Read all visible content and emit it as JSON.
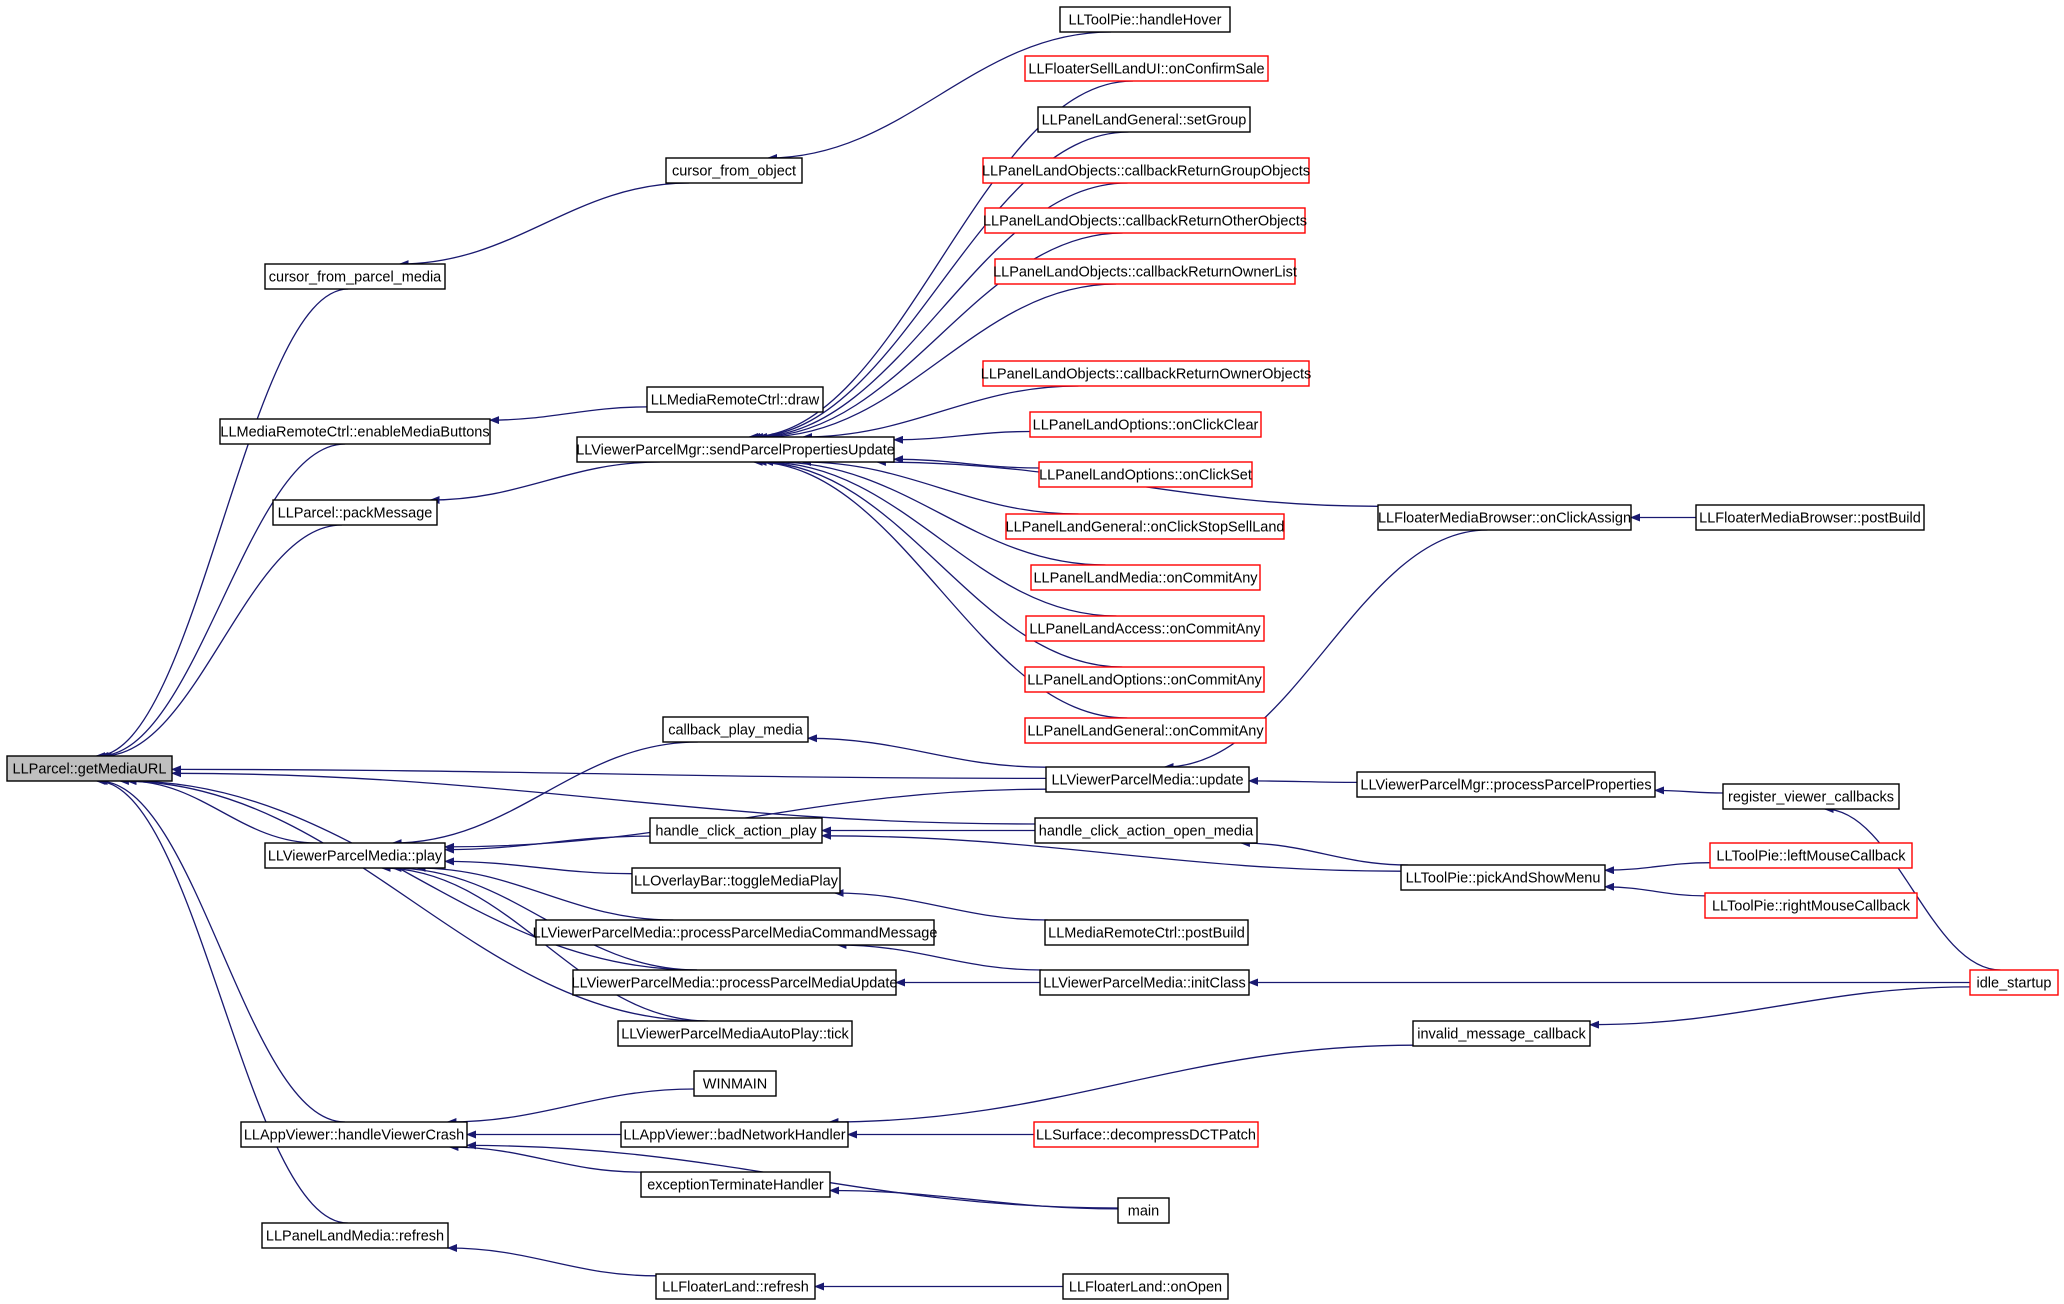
{
  "colors": {
    "edge": "#191970",
    "node_border": "#000000",
    "link_border": "#ff0000",
    "focus_fill": "#bfbfbf",
    "node_fill": "#ffffff"
  },
  "arrow": "filled-triangle",
  "focus_node": "LLParcel::getMediaURL",
  "nodes": [
    {
      "id": "getMediaURL",
      "label": "LLParcel::getMediaURL",
      "style": "focus"
    },
    {
      "id": "handleHover",
      "label": "LLToolPie::handleHover",
      "style": "plain"
    },
    {
      "id": "onConfirmSale",
      "label": "LLFloaterSellLandUI::onConfirmSale",
      "style": "link"
    },
    {
      "id": "setGroup",
      "label": "LLPanelLandGeneral::setGroup",
      "style": "plain"
    },
    {
      "id": "cbReturnGroupObjects",
      "label": "LLPanelLandObjects::callbackReturnGroupObjects",
      "style": "link"
    },
    {
      "id": "cbReturnOtherObjects",
      "label": "LLPanelLandObjects::callbackReturnOtherObjects",
      "style": "link"
    },
    {
      "id": "cbReturnOwnerList",
      "label": "LLPanelLandObjects::callbackReturnOwnerList",
      "style": "link"
    },
    {
      "id": "cbReturnOwnerObjects",
      "label": "LLPanelLandObjects::callbackReturnOwnerObjects",
      "style": "link"
    },
    {
      "id": "cursorFromObject",
      "label": "cursor_from_object",
      "style": "plain"
    },
    {
      "id": "cursorFromParcelMedia",
      "label": "cursor_from_parcel_media",
      "style": "plain"
    },
    {
      "id": "mrcDraw",
      "label": "LLMediaRemoteCtrl::draw",
      "style": "plain"
    },
    {
      "id": "enableMediaButtons",
      "label": "LLMediaRemoteCtrl::enableMediaButtons",
      "style": "plain"
    },
    {
      "id": "sendParcelPropertiesUpdate",
      "label": "LLViewerParcelMgr::sendParcelPropertiesUpdate",
      "style": "plain"
    },
    {
      "id": "packMessage",
      "label": "LLParcel::packMessage",
      "style": "plain"
    },
    {
      "id": "optClickClear",
      "label": "LLPanelLandOptions::onClickClear",
      "style": "link"
    },
    {
      "id": "optClickSet",
      "label": "LLPanelLandOptions::onClickSet",
      "style": "link"
    },
    {
      "id": "genClickStopSellLand",
      "label": "LLPanelLandGeneral::onClickStopSellLand",
      "style": "link"
    },
    {
      "id": "mediaCommitAny",
      "label": "LLPanelLandMedia::onCommitAny",
      "style": "link"
    },
    {
      "id": "accessCommitAny",
      "label": "LLPanelLandAccess::onCommitAny",
      "style": "link"
    },
    {
      "id": "optCommitAny",
      "label": "LLPanelLandOptions::onCommitAny",
      "style": "link"
    },
    {
      "id": "genCommitAny",
      "label": "LLPanelLandGeneral::onCommitAny",
      "style": "link"
    },
    {
      "id": "fmbOnClickAssign",
      "label": "LLFloaterMediaBrowser::onClickAssign",
      "style": "plain"
    },
    {
      "id": "fmbPostBuild",
      "label": "LLFloaterMediaBrowser::postBuild",
      "style": "plain"
    },
    {
      "id": "callbackPlayMedia",
      "label": "callback_play_media",
      "style": "plain"
    },
    {
      "id": "vpmUpdate",
      "label": "LLViewerParcelMedia::update",
      "style": "plain"
    },
    {
      "id": "processParcelProperties",
      "label": "LLViewerParcelMgr::processParcelProperties",
      "style": "plain"
    },
    {
      "id": "registerViewerCallbacks",
      "label": "register_viewer_callbacks",
      "style": "plain"
    },
    {
      "id": "vpmPlay",
      "label": "LLViewerParcelMedia::play",
      "style": "plain"
    },
    {
      "id": "handleClickActionPlay",
      "label": "handle_click_action_play",
      "style": "plain"
    },
    {
      "id": "handleClickActionOpenMedia",
      "label": "handle_click_action_open_media",
      "style": "plain"
    },
    {
      "id": "pickAndShowMenu",
      "label": "LLToolPie::pickAndShowMenu",
      "style": "plain"
    },
    {
      "id": "leftMouseCallback",
      "label": "LLToolPie::leftMouseCallback",
      "style": "link"
    },
    {
      "id": "rightMouseCallback",
      "label": "LLToolPie::rightMouseCallback",
      "style": "link"
    },
    {
      "id": "toggleMediaPlay",
      "label": "LLOverlayBar::toggleMediaPlay",
      "style": "plain"
    },
    {
      "id": "mrcPostBuild",
      "label": "LLMediaRemoteCtrl::postBuild",
      "style": "plain"
    },
    {
      "id": "processParcelMediaCommandMessage",
      "label": "LLViewerParcelMedia::processParcelMediaCommandMessage",
      "style": "plain"
    },
    {
      "id": "processParcelMediaUpdate",
      "label": "LLViewerParcelMedia::processParcelMediaUpdate",
      "style": "plain"
    },
    {
      "id": "vpmInitClass",
      "label": "LLViewerParcelMedia::initClass",
      "style": "plain"
    },
    {
      "id": "idleStartup",
      "label": "idle_startup",
      "style": "link"
    },
    {
      "id": "autoPlayTick",
      "label": "LLViewerParcelMediaAutoPlay::tick",
      "style": "plain"
    },
    {
      "id": "invalidMessageCallback",
      "label": "invalid_message_callback",
      "style": "plain"
    },
    {
      "id": "winmain",
      "label": "WINMAIN",
      "style": "plain"
    },
    {
      "id": "handleViewerCrash",
      "label": "LLAppViewer::handleViewerCrash",
      "style": "plain"
    },
    {
      "id": "badNetworkHandler",
      "label": "LLAppViewer::badNetworkHandler",
      "style": "plain"
    },
    {
      "id": "decompressDCTPatch",
      "label": "LLSurface::decompressDCTPatch",
      "style": "link"
    },
    {
      "id": "exceptionTerminateHandler",
      "label": "exceptionTerminateHandler",
      "style": "plain"
    },
    {
      "id": "main",
      "label": "main",
      "style": "plain"
    },
    {
      "id": "panelLandMediaRefresh",
      "label": "LLPanelLandMedia::refresh",
      "style": "plain"
    },
    {
      "id": "floaterLandRefresh",
      "label": "LLFloaterLand::refresh",
      "style": "plain"
    },
    {
      "id": "floaterLandOnOpen",
      "label": "LLFloaterLand::onOpen",
      "style": "plain"
    }
  ],
  "edges": [
    [
      "cursorFromParcelMedia",
      "getMediaURL"
    ],
    [
      "enableMediaButtons",
      "getMediaURL"
    ],
    [
      "packMessage",
      "getMediaURL"
    ],
    [
      "vpmUpdate",
      "getMediaURL"
    ],
    [
      "handleClickActionOpenMedia",
      "getMediaURL"
    ],
    [
      "vpmPlay",
      "getMediaURL"
    ],
    [
      "processParcelMediaUpdate",
      "getMediaURL"
    ],
    [
      "autoPlayTick",
      "getMediaURL"
    ],
    [
      "handleViewerCrash",
      "getMediaURL"
    ],
    [
      "panelLandMediaRefresh",
      "getMediaURL"
    ],
    [
      "handleHover",
      "cursorFromObject"
    ],
    [
      "cursorFromObject",
      "cursorFromParcelMedia"
    ],
    [
      "mrcDraw",
      "enableMediaButtons"
    ],
    [
      "sendParcelPropertiesUpdate",
      "packMessage"
    ],
    [
      "onConfirmSale",
      "sendParcelPropertiesUpdate"
    ],
    [
      "setGroup",
      "sendParcelPropertiesUpdate"
    ],
    [
      "cbReturnGroupObjects",
      "sendParcelPropertiesUpdate"
    ],
    [
      "cbReturnOtherObjects",
      "sendParcelPropertiesUpdate"
    ],
    [
      "cbReturnOwnerList",
      "sendParcelPropertiesUpdate"
    ],
    [
      "fmbOnClickAssign",
      "sendParcelPropertiesUpdate"
    ],
    [
      "cbReturnOwnerObjects",
      "sendParcelPropertiesUpdate"
    ],
    [
      "optClickClear",
      "sendParcelPropertiesUpdate"
    ],
    [
      "optClickSet",
      "sendParcelPropertiesUpdate"
    ],
    [
      "genClickStopSellLand",
      "sendParcelPropertiesUpdate"
    ],
    [
      "mediaCommitAny",
      "sendParcelPropertiesUpdate"
    ],
    [
      "accessCommitAny",
      "sendParcelPropertiesUpdate"
    ],
    [
      "optCommitAny",
      "sendParcelPropertiesUpdate"
    ],
    [
      "genCommitAny",
      "sendParcelPropertiesUpdate"
    ],
    [
      "fmbPostBuild",
      "fmbOnClickAssign"
    ],
    [
      "callbackPlayMedia",
      "vpmPlay"
    ],
    [
      "vpmUpdate",
      "callbackPlayMedia"
    ],
    [
      "vpmUpdate",
      "vpmPlay"
    ],
    [
      "fmbOnClickAssign",
      "vpmUpdate"
    ],
    [
      "processParcelProperties",
      "vpmUpdate"
    ],
    [
      "registerViewerCallbacks",
      "processParcelProperties"
    ],
    [
      "idleStartup",
      "registerViewerCallbacks"
    ],
    [
      "handleClickActionPlay",
      "vpmPlay"
    ],
    [
      "handleClickActionOpenMedia",
      "handleClickActionPlay"
    ],
    [
      "pickAndShowMenu",
      "handleClickActionPlay"
    ],
    [
      "pickAndShowMenu",
      "handleClickActionOpenMedia"
    ],
    [
      "leftMouseCallback",
      "pickAndShowMenu"
    ],
    [
      "rightMouseCallback",
      "pickAndShowMenu"
    ],
    [
      "toggleMediaPlay",
      "vpmPlay"
    ],
    [
      "mrcPostBuild",
      "toggleMediaPlay"
    ],
    [
      "processParcelMediaCommandMessage",
      "vpmPlay"
    ],
    [
      "vpmInitClass",
      "processParcelMediaCommandMessage"
    ],
    [
      "processParcelMediaUpdate",
      "vpmPlay"
    ],
    [
      "vpmInitClass",
      "processParcelMediaUpdate"
    ],
    [
      "idleStartup",
      "vpmInitClass"
    ],
    [
      "autoPlayTick",
      "vpmPlay"
    ],
    [
      "idleStartup",
      "invalidMessageCallback"
    ],
    [
      "invalidMessageCallback",
      "badNetworkHandler"
    ],
    [
      "winmain",
      "handleViewerCrash"
    ],
    [
      "badNetworkHandler",
      "handleViewerCrash"
    ],
    [
      "decompressDCTPatch",
      "badNetworkHandler"
    ],
    [
      "exceptionTerminateHandler",
      "handleViewerCrash"
    ],
    [
      "main",
      "handleViewerCrash"
    ],
    [
      "main",
      "exceptionTerminateHandler"
    ],
    [
      "floaterLandRefresh",
      "panelLandMediaRefresh"
    ],
    [
      "floaterLandOnOpen",
      "floaterLandRefresh"
    ]
  ]
}
